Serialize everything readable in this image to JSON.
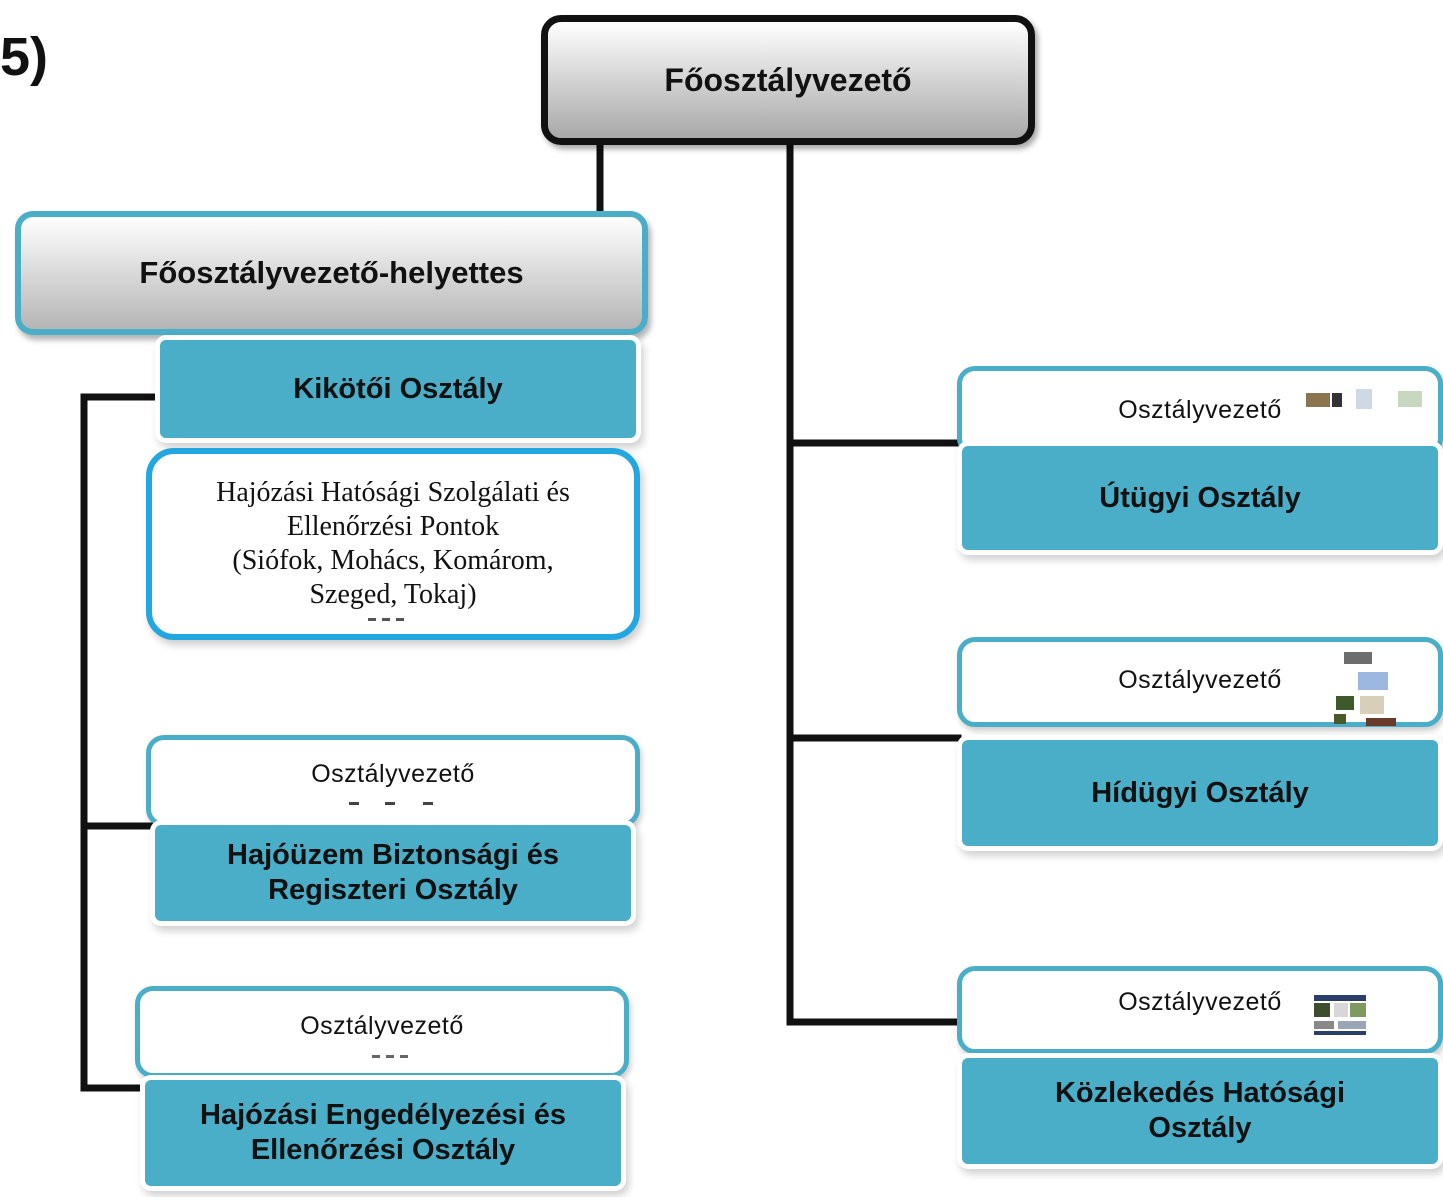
{
  "title_fragment": {
    "line1": "",
    "line2": "5)"
  },
  "chart_data": {
    "type": "org_chart",
    "root": "Főosztályvezető",
    "left_branch": {
      "head": "Főosztályvezető-helyettes",
      "units": [
        {
          "department": "Kikötői Osztály"
        },
        {
          "office": "Hajózási Hatósági Szolgálati és Ellenőrzési Pontok (Siófok, Mohács, Komárom, Szeged, Tokaj)"
        },
        {
          "manager": "Osztályvezető",
          "department": "Hajóüzem Biztonsági és Regiszteri Osztály"
        },
        {
          "manager": "Osztályvezető",
          "department": "Hajózási Engedélyezési és Ellenőrzési Osztály"
        }
      ]
    },
    "right_branch": {
      "units": [
        {
          "manager": "Osztályvezető",
          "department": "Útügyi Osztály"
        },
        {
          "manager": "Osztályvezető",
          "department": "Hídügyi Osztály"
        },
        {
          "manager": "Osztályvezető",
          "department": "Közlekedés Hatósági Osztály"
        }
      ]
    }
  },
  "labels": {
    "root": "Főosztályvezető",
    "deputy": "Főosztályvezető-helyettes",
    "kikotoi": "Kikötői Osztály",
    "points_line1": "Hajózási Hatósági Szolgálati és",
    "points_line2": "Ellenőrzési Pontok",
    "points_line3": "(Siófok, Mohács, Komárom,",
    "points_line4": "Szeged, Tokaj)",
    "manager": "Osztályvezető",
    "hajouzem_line1": "Hajóüzem Biztonsági és",
    "hajouzem_line2": "Regiszteri Osztály",
    "engedely_line1": "Hajózási Engedélyezési és",
    "engedely_line2": "Ellenőrzési Osztály",
    "utugyi": "Útügyi Osztály",
    "hidugyi": "Hídügyi Osztály",
    "kozlekedes_line1": "Közlekedés Hatósági",
    "kozlekedes_line2": "Osztály"
  },
  "colors": {
    "department_fill": "#4aaec8",
    "manager_border": "#4aaec8",
    "points_border": "#23a7e0",
    "connector": "#111111"
  }
}
